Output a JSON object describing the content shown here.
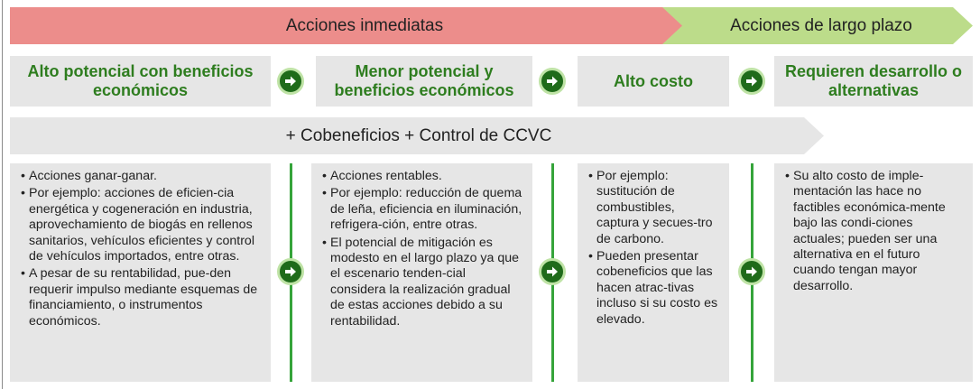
{
  "header": {
    "immediate": "Acciones inmediatas",
    "long_term": "Acciones de largo plazo"
  },
  "categories": [
    "Alto potencial con beneficios económicos",
    "Menor potencial y beneficios económicos",
    "Alto costo",
    "Requieren desarrollo o alternativas"
  ],
  "cobenefits_banner": "+ Cobeneficios + Control de CCVC",
  "columns": [
    {
      "bullets": [
        "Acciones ganar-ganar.",
        "Por ejemplo: acciones de eficien-cia energética y cogeneración en industria, aprovechamiento de biogás en rellenos sanitarios, vehículos eficientes y control de vehículos importados, entre otras.",
        "A pesar de su rentabilidad, pue-den requerir impulso mediante esquemas de financiamiento, o instrumentos económicos."
      ]
    },
    {
      "bullets": [
        "Acciones rentables.",
        "Por ejemplo: reducción de quema de leña, eficiencia en iluminación, refrigera-ción, entre otras.",
        "El potencial de mitigación es modesto en el largo plazo ya que el escenario tenden-cial considera la realización gradual de estas acciones debido a su rentabilidad."
      ]
    },
    {
      "bullets": [
        "Por ejemplo: sustitución de combustibles, captura y secues-tro de carbono.",
        "Pueden presentar cobeneficios que las hacen atrac-tivas incluso si su costo es elevado."
      ]
    },
    {
      "bullets": [
        "Su alto costo de imple-mentación las hace no factibles económica-mente bajo las condi-ciones actuales; pueden ser una alternativa en el futuro cuando tengan mayor desarrollo."
      ]
    }
  ],
  "icons": {
    "connector": "right-arrow-circle-icon"
  },
  "colors": {
    "immediate_arrow": "#ec8d8b",
    "long_term_arrow": "#bcdc8a",
    "category_text": "#2e7d1f",
    "connector_fill": "#1f6b1a",
    "divider": "#35a43a",
    "panel_bg": "#e6e6e6"
  }
}
